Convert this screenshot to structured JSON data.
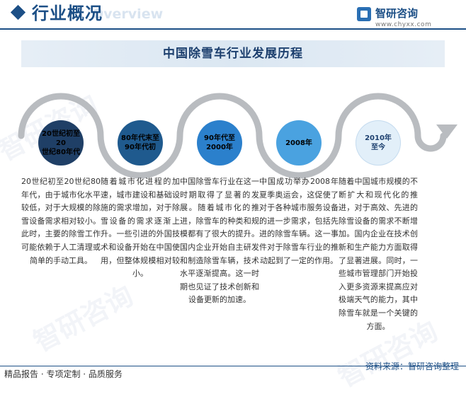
{
  "header": {
    "title": "行业概况",
    "subtitle_ghost": "Overview",
    "logo_name": "智研咨询",
    "logo_url": "www.chyxx.com"
  },
  "banner": {
    "title": "中国除雪车行业发展历程"
  },
  "stages": [
    {
      "label": "20世纪初至20\n世纪80年代",
      "desc": "20世纪初至20世纪80年代，由于城市化水平较低，对于大规模的除雪设备需求相对较小。此时，主要的除雪工作可能依赖于人工清理或简单的手动工具。"
    },
    {
      "label": "80年代末至\n90年代初",
      "desc": "随着城市化进程的加速，城市建设和基础设施的需求增加，对于除雪设备的需求逐渐上升。一些引进的外国技术和设备开始在中国使用，但整体规模相对较小。"
    },
    {
      "label": "90年代至\n2000年",
      "desc": "中国除雪车行业在这一时期取得了显著的发展。随着城市化的推进，除雪车的种类和规模都有了很大的提升。国内企业开始自主研发和制造除雪车辆，技术水平逐渐提高。这一时期也见证了技术创新和设备更新的加速。"
    },
    {
      "label": "2008年",
      "desc": "中国成功举办2008年夏季奥运会，这促使了对于各种城市服务设备的进一步需求，包括先进的除雪车辆。这一事件对于除雪车行业的推动起到了一定的作用。"
    },
    {
      "label": "2010年\n至今",
      "desc": "随着中国城市规模的不断扩大和现代化的推进，对于高效、先进的除雪设备的需求不断增加。国内企业在技术创新和生产能力方面取得了显著进展。同时，一些城市管理部门开始投入更多资源来提高应对极端天气的能力，其中除雪车就是一个关键的方面。"
    }
  ],
  "footer": {
    "left": "精品报告 · 专项定制 · 品质服务",
    "right": "资料来源：智研咨询整理"
  },
  "colors": {
    "brand": "#1c4f86",
    "stage_fills": [
      "#1f3f66",
      "#1f5a8e",
      "#2b80cc",
      "#4aa2e0",
      "#e2eff9"
    ],
    "stage_text": [
      "#000000",
      "#000000",
      "#000000",
      "#000000",
      "#1c3f6e"
    ],
    "arc": "#b9bcc0"
  }
}
